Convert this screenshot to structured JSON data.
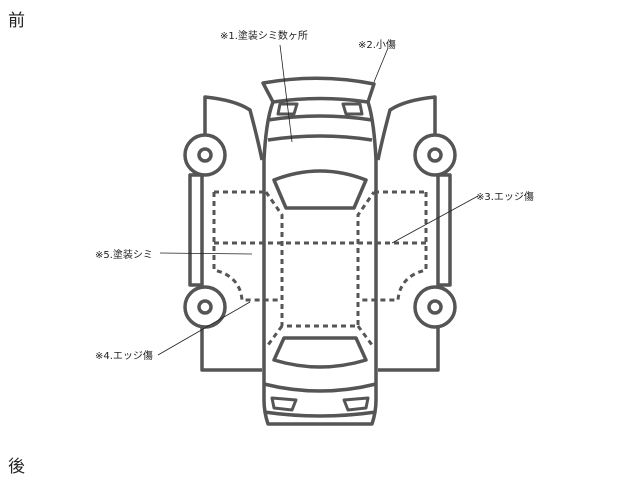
{
  "directions": {
    "front": "前",
    "rear": "後"
  },
  "annotations": [
    {
      "id": "1",
      "text": "※1.塗装シミ数ヶ所"
    },
    {
      "id": "2",
      "text": "※2.小傷"
    },
    {
      "id": "3",
      "text": "※3.エッジ傷"
    },
    {
      "id": "4",
      "text": "※4.エッジ傷"
    },
    {
      "id": "5",
      "text": "※5.塗装シミ"
    }
  ],
  "colors": {
    "outline": "#555555",
    "text": "#222222",
    "leader": "#222222"
  }
}
